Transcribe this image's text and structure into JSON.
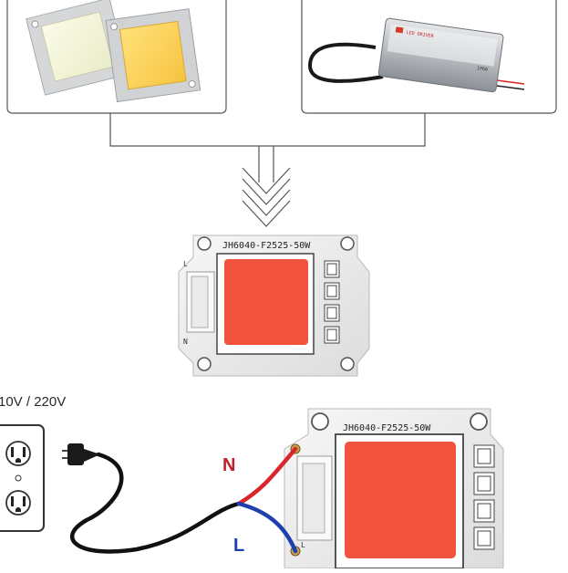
{
  "top_panels": {
    "left_panel": {
      "content": "cob-led-chips-image"
    },
    "right_panel": {
      "content": "led-driver-image",
      "driver_label": "LED DRIVER",
      "ip_rating": "IP66"
    }
  },
  "middle_module": {
    "model_label": "JH6040-F2525-50W",
    "pin_label_n": "N",
    "pin_label_l": "L"
  },
  "bottom_module": {
    "model_label": "JH6040-F2525-50W",
    "pin_label_l": "L"
  },
  "wiring": {
    "voltage_label": "10V / 220V",
    "neutral_label": "N",
    "line_label": "L",
    "colors": {
      "neutral_wire": "#d8262c",
      "line_wire": "#1f3fb0",
      "cord": "#111111",
      "label_n": "#c0212a",
      "label_l": "#1f3fb0",
      "led_red": "#f2533f"
    }
  }
}
